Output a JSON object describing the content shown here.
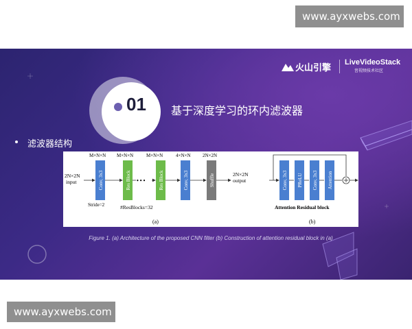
{
  "watermark": {
    "top": "www.ayxwebs.com",
    "bottom": "www.ayxwebs.com"
  },
  "slide": {
    "logo_left": "火山引擎",
    "logo_right": "LiveVideoStack",
    "logo_right_sub": "音视频技术社区",
    "badge_number": "01",
    "heading": "基于深度学习的环内滤波器",
    "bullet": "滤波器结构",
    "caption": "Figure 1. (a) Architecture of the proposed CNN filter (b) Construction of attention residual block in (a)"
  },
  "diagram": {
    "input_label": [
      "2N×2N",
      "input"
    ],
    "output_label": [
      "2N×2N",
      "output"
    ],
    "dims": [
      "M×N×N",
      "M×N×N",
      "M×N×N",
      "4×N×N",
      "2N×2N"
    ],
    "blocks": [
      {
        "label": "Conv, 3x3",
        "color": "#4a7fd0"
      },
      {
        "label": "Res Block",
        "color": "#6dbb4a"
      },
      {
        "label": "Res Block",
        "color": "#6dbb4a"
      },
      {
        "label": "Conv, 3x3",
        "color": "#4a7fd0"
      },
      {
        "label": "Shuffle",
        "color": "#7a7a7a"
      }
    ],
    "ellipsis": "• • •",
    "stride": "Stride=2",
    "resblocks": "#ResBlocks=32",
    "label_a": "(a)",
    "attention_blocks": [
      {
        "label": "Conv, 3x3",
        "color": "#4a7fd0"
      },
      {
        "label": "PReLU",
        "color": "#4a7fd0"
      },
      {
        "label": "Conv, 3x3",
        "color": "#4a7fd0"
      },
      {
        "label": "Attention",
        "color": "#4a7fd0"
      }
    ],
    "attention_title": "Attention Residual block",
    "label_b": "(b)"
  }
}
